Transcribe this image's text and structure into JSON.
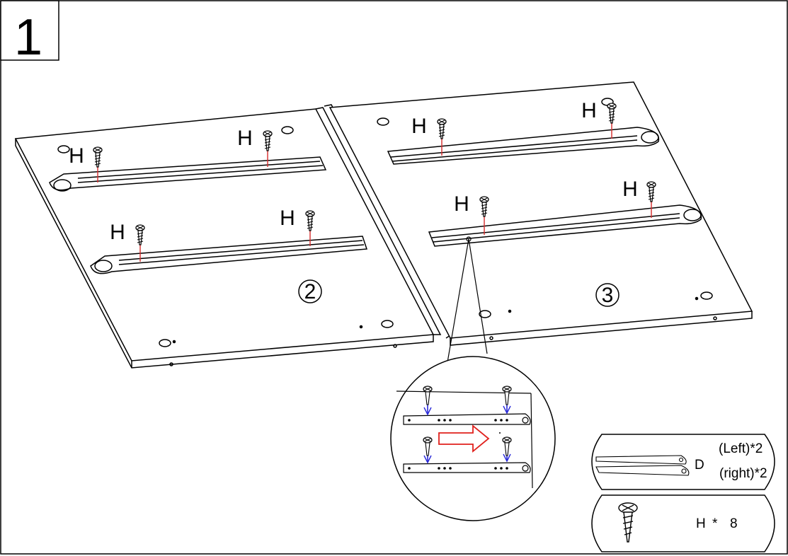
{
  "step": {
    "number": "1"
  },
  "screw_label": "H",
  "panels": [
    {
      "number": "2"
    },
    {
      "number": "3"
    }
  ],
  "parts": {
    "slide_id": "D",
    "slide_left": "(Left)*2",
    "slide_right": "(right)*2",
    "screw_id": "H",
    "screw_qty_sep": "*",
    "screw_qty": "8"
  },
  "icons": {
    "arrow": "right-arrow-icon",
    "arrow_color": "#e0201c",
    "marker_color": "#d62b2b",
    "detail_color": "#2a2ad8"
  }
}
